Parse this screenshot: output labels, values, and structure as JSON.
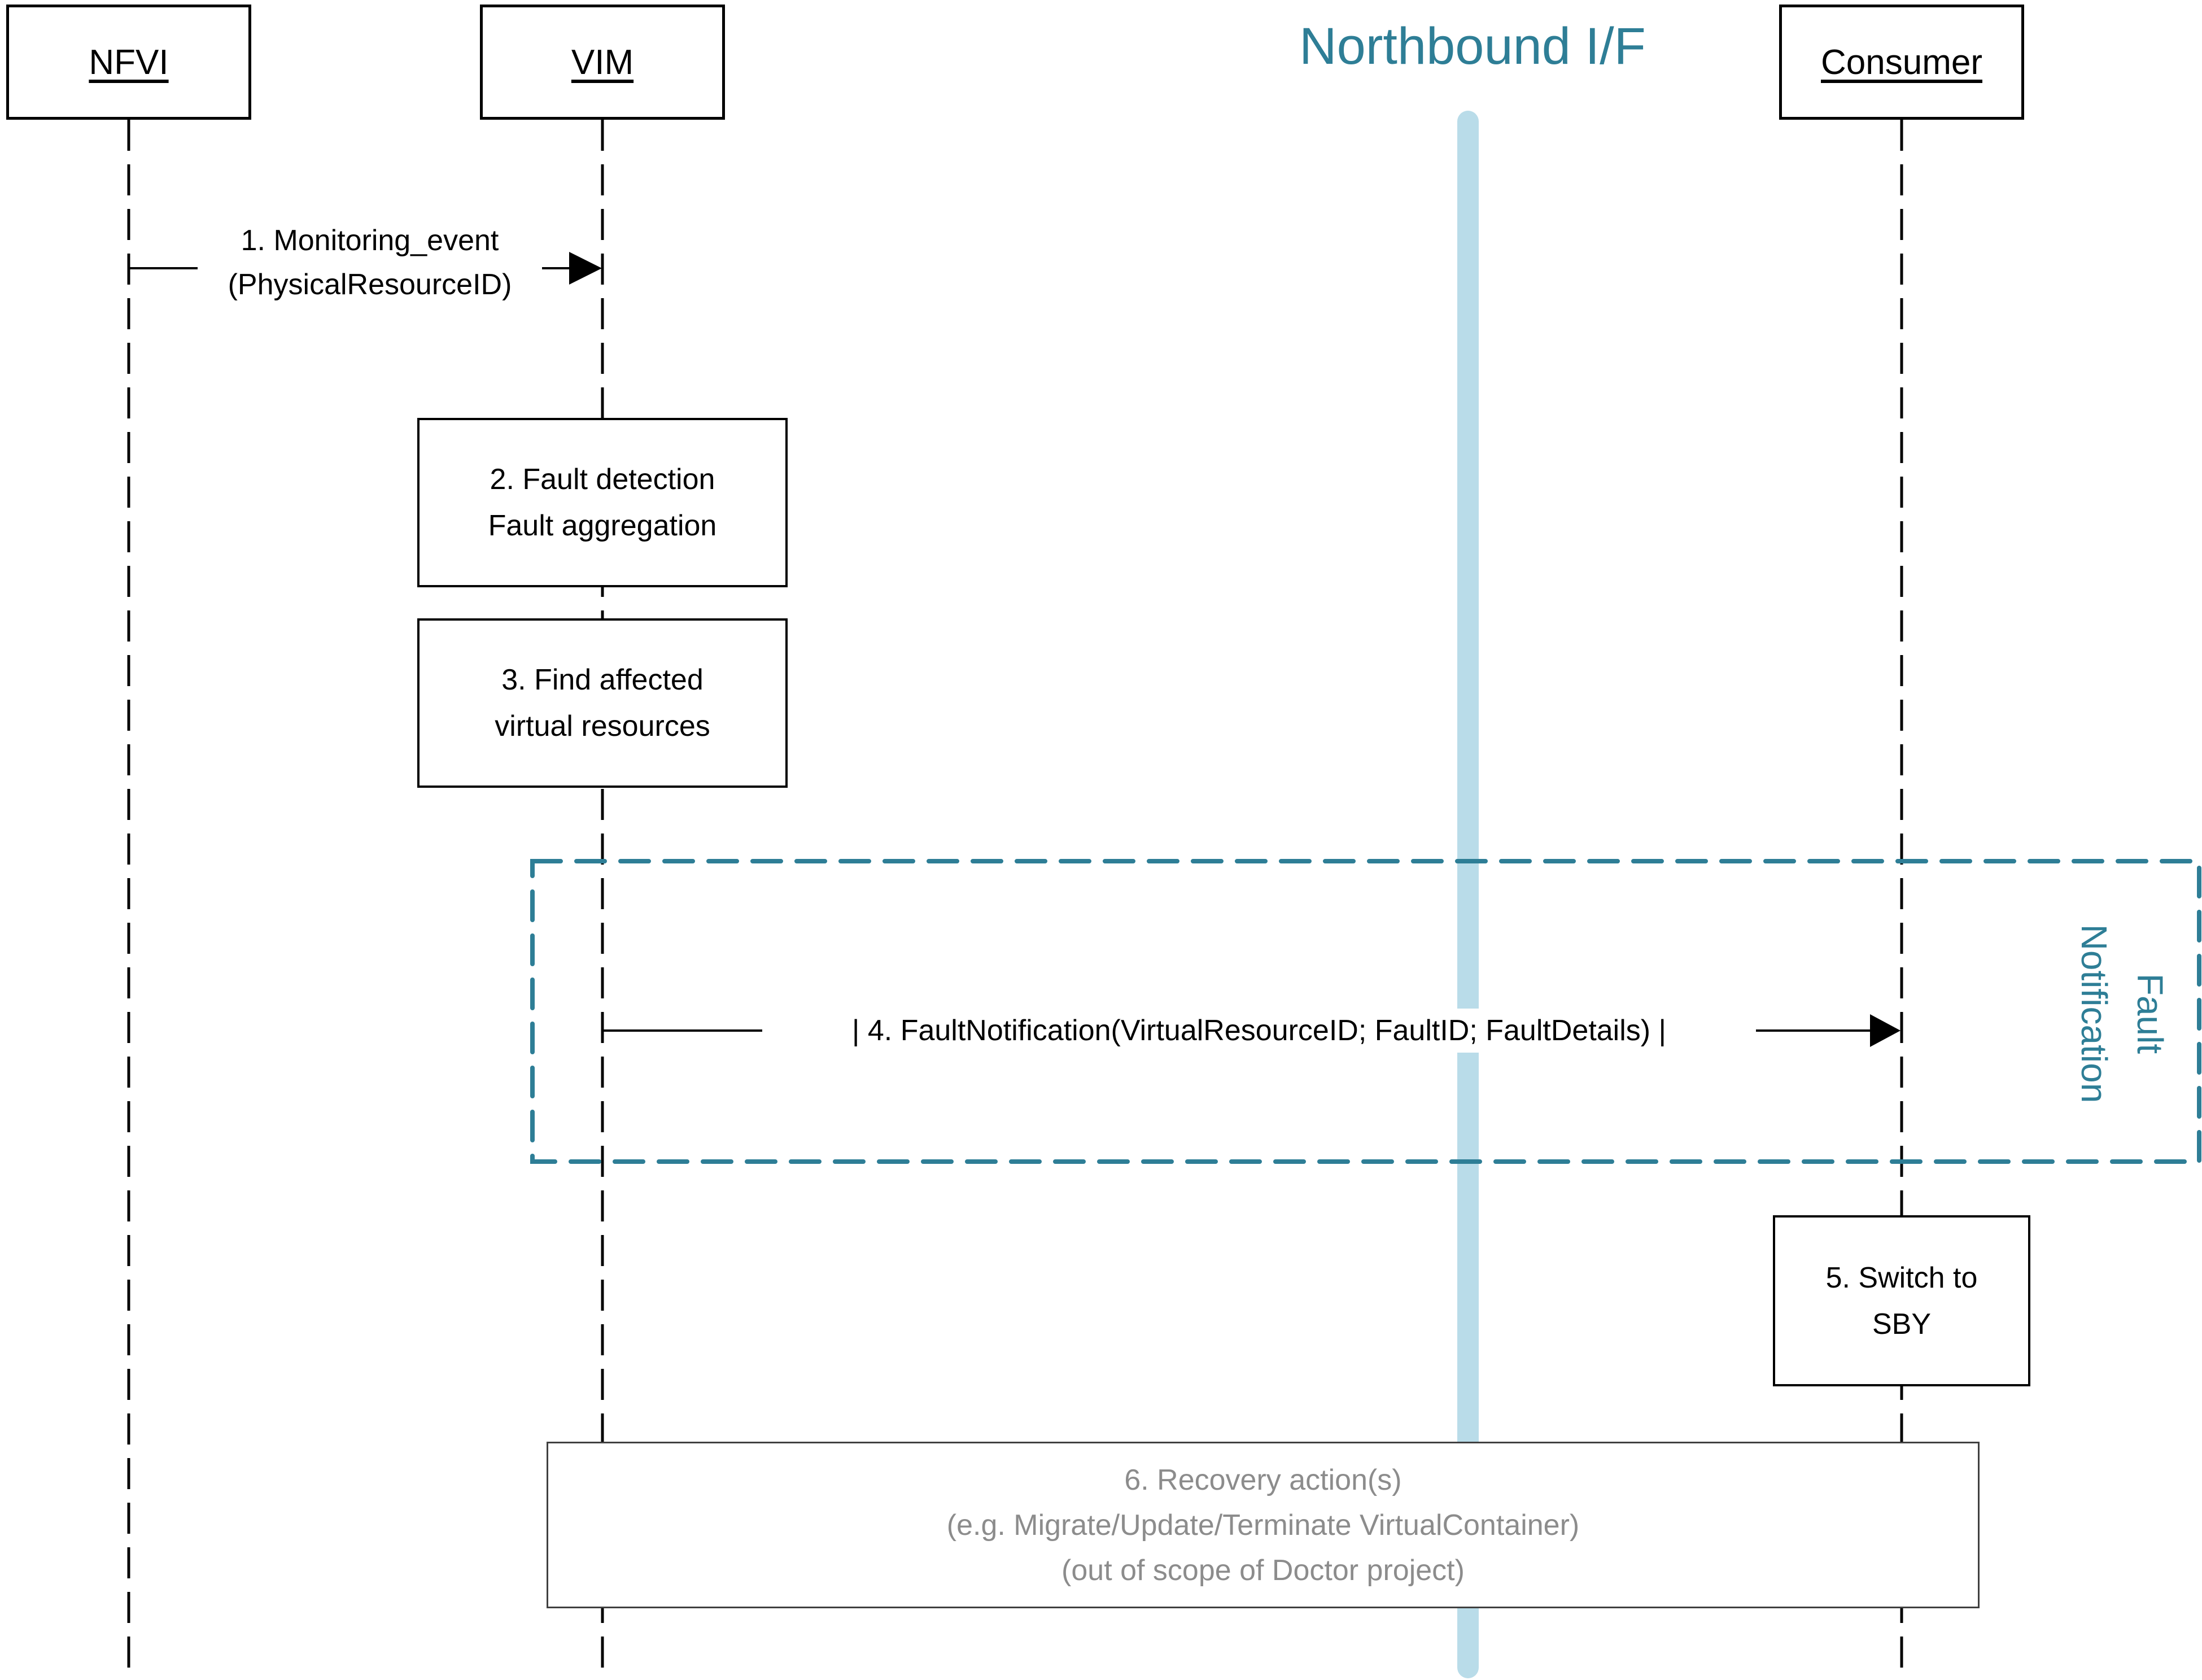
{
  "diagram": {
    "title": "Northbound I/F",
    "actors": [
      {
        "name": "NFVI"
      },
      {
        "name": "VIM"
      },
      {
        "name": "Consumer"
      }
    ],
    "messages": [
      {
        "label_line1": "1. Monitoring_event",
        "label_line2": "(PhysicalResourceID)",
        "from": "NFVI",
        "to": "VIM"
      },
      {
        "label": "| 4. FaultNotification(VirtualResourceID; FaultID; FaultDetails) |",
        "from": "VIM",
        "to": "Consumer"
      }
    ],
    "activities": [
      {
        "line1": "2. Fault detection",
        "line2": "Fault aggregation",
        "actor": "VIM"
      },
      {
        "line1": "3. Find affected",
        "line2": "virtual resources",
        "actor": "VIM"
      },
      {
        "line1": "5. Switch to",
        "line2": "SBY",
        "actor": "Consumer"
      },
      {
        "line1": "6. Recovery action(s)",
        "line2": "(e.g. Migrate/Update/Terminate VirtualContainer)",
        "line3": "(out of scope of Doctor project)",
        "actor": "VIM and Consumer"
      }
    ],
    "group": {
      "label_line1": "Fault",
      "label_line2": "Notification"
    },
    "colors": {
      "teal": "#2E7E96",
      "light_blue": "#B9DCE9",
      "gray_text": "#8C8C8C",
      "gray_border": "#404040",
      "black": "#000000"
    }
  }
}
